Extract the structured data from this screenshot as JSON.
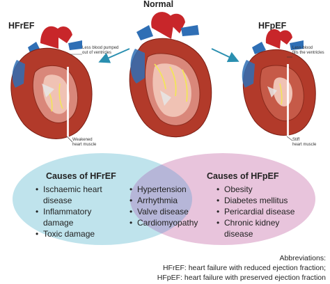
{
  "titles": {
    "normal": "Normal",
    "hfref": "HFrEF",
    "hfpef": "HFpEF"
  },
  "annotations": {
    "less_pumped_l1": "Less blood pumped",
    "less_pumped_l2": "out of ventricles",
    "weakened_l1": "Weakened",
    "weakened_l2": "heart muscle",
    "less_fills_l1": "Less blood",
    "less_fills_l2": "fills the ventricles",
    "stiff_l1": "Stiff",
    "stiff_l2": "heart muscle"
  },
  "venn": {
    "left_title": "Causes of HFrEF",
    "left_items": [
      "Ischaemic heart",
      "disease",
      "Inflammatory",
      "damage",
      "Toxic damage"
    ],
    "left_bullets": [
      true,
      false,
      true,
      false,
      true
    ],
    "center_items": [
      "Hypertension",
      "Arrhythmia",
      "Valve disease",
      "Cardiomyopathy"
    ],
    "right_title": "Causes of HFpEF",
    "right_items": [
      "Obesity",
      "Diabetes mellitus",
      "Pericardial disease",
      "Chronic kidney",
      "disease"
    ],
    "right_bullets": [
      true,
      true,
      true,
      true,
      false
    ],
    "colors": {
      "left": "#bfe3ec",
      "right": "#e8c4dc",
      "overlap": "#b6b6d8"
    }
  },
  "abbreviations": {
    "label": "Abbreviations:",
    "hfref": "HFrEF: heart failure with reduced ejection fraction;",
    "hfpef": "HFpEF: heart failure with preserved ejection fraction"
  },
  "colors": {
    "arrow": "#2a8fb0",
    "red": "#c8262a",
    "blue": "#2f6fb5",
    "muscle": "#b23a2a"
  }
}
